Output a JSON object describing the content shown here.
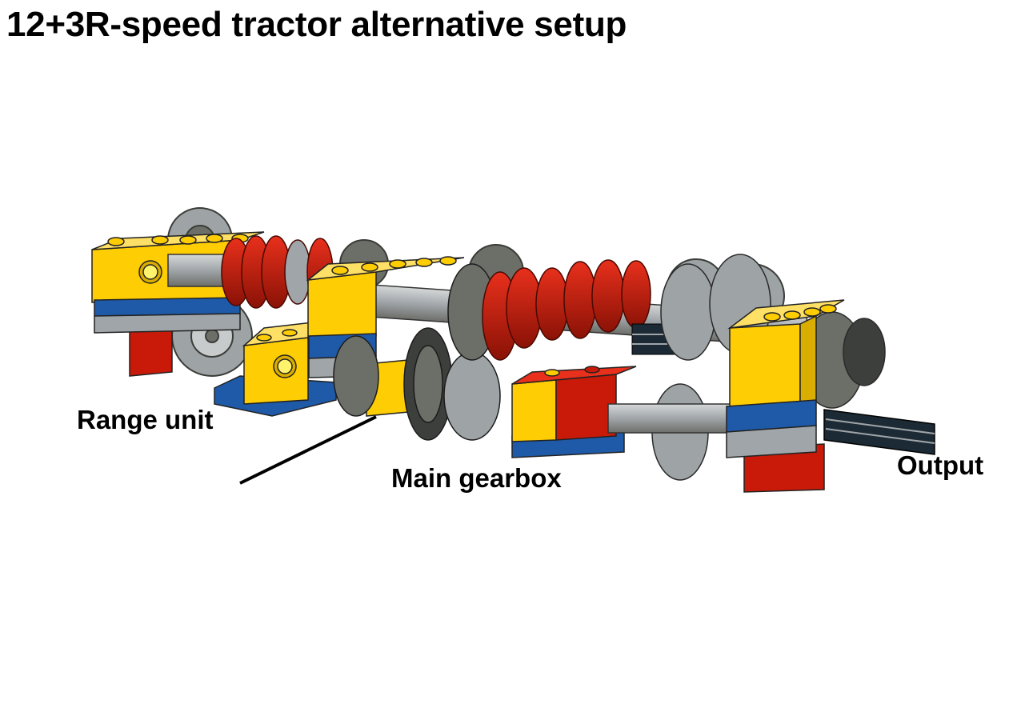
{
  "title": "12+3R-speed tractor alternative setup",
  "labels": {
    "range_unit": "Range unit",
    "main_gearbox": "Main gearbox",
    "output": "Output"
  },
  "colors": {
    "yellow": "#FFCD03",
    "blue": "#1E5AA8",
    "light_gray": "#A0A5A9",
    "dark_gray": "#6C6E68",
    "red": "#C91A09",
    "black": "#1B2A34"
  }
}
